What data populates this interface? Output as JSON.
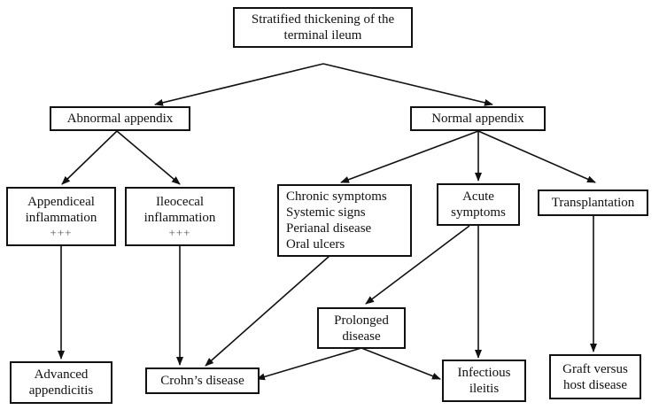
{
  "nodes": {
    "root": [
      "Stratified thickening of the",
      "terminal ileum"
    ],
    "abnormal": [
      "Abnormal appendix"
    ],
    "normal": [
      "Normal appendix"
    ],
    "appendiceal": [
      "Appendiceal",
      "inflammation"
    ],
    "ileocecal": [
      "Ileocecal",
      "inflammation"
    ],
    "chronic": [
      "Chronic symptoms",
      "Systemic signs",
      "Perianal disease",
      "Oral ulcers"
    ],
    "acute": [
      "Acute",
      "symptoms"
    ],
    "transplant": [
      "Transplantation"
    ],
    "prolonged": [
      "Prolonged",
      "disease"
    ],
    "advanced": [
      "Advanced",
      "appendicitis"
    ],
    "crohns": [
      "Crohn’s disease"
    ],
    "infectious": [
      "Infectious",
      "ileitis"
    ],
    "graft": [
      "Graft versus",
      "host disease"
    ]
  },
  "severity": {
    "appendiceal": "+++",
    "ileocecal": "+++"
  }
}
